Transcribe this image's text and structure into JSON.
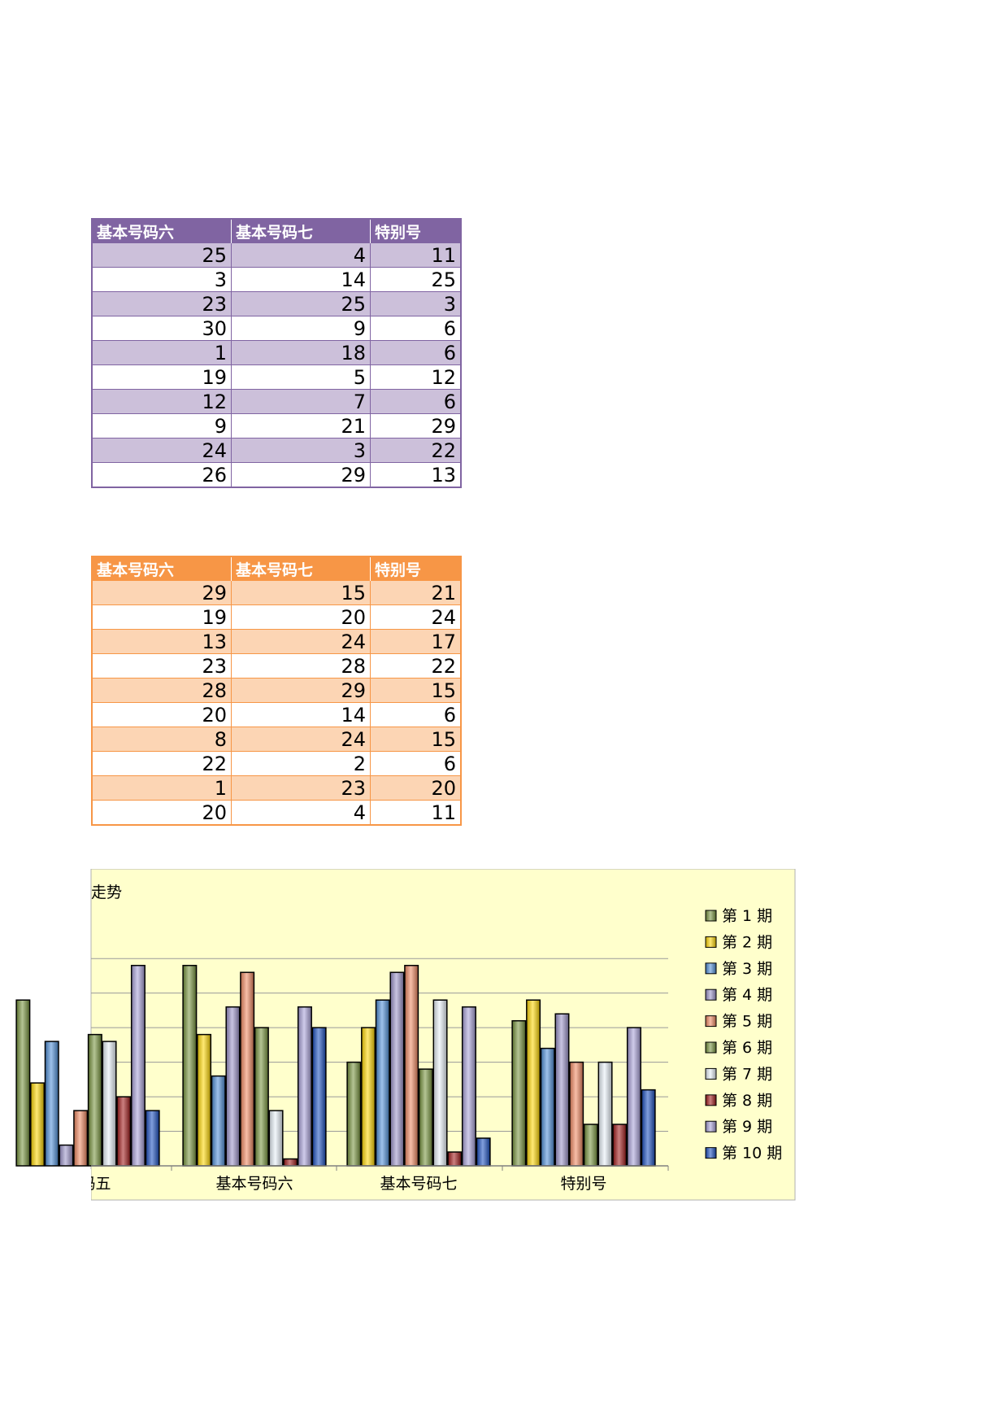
{
  "table1": {
    "headers": [
      "基本号码六",
      "基本号码七",
      "特别号"
    ],
    "rows": [
      [
        "25",
        "4",
        "11"
      ],
      [
        "3",
        "14",
        "25"
      ],
      [
        "23",
        "25",
        "3"
      ],
      [
        "30",
        "9",
        "6"
      ],
      [
        "1",
        "18",
        "6"
      ],
      [
        "19",
        "5",
        "12"
      ],
      [
        "12",
        "7",
        "6"
      ],
      [
        "9",
        "21",
        "29"
      ],
      [
        "24",
        "3",
        "22"
      ],
      [
        "26",
        "29",
        "13"
      ]
    ]
  },
  "table2": {
    "headers": [
      "基本号码六",
      "基本号码七",
      "特别号"
    ],
    "rows": [
      [
        "29",
        "15",
        "21"
      ],
      [
        "19",
        "20",
        "24"
      ],
      [
        "13",
        "24",
        "17"
      ],
      [
        "23",
        "28",
        "22"
      ],
      [
        "28",
        "29",
        "15"
      ],
      [
        "20",
        "14",
        "6"
      ],
      [
        "8",
        "24",
        "15"
      ],
      [
        "22",
        "2",
        "6"
      ],
      [
        "1",
        "23",
        "20"
      ],
      [
        "20",
        "4",
        "11"
      ]
    ]
  },
  "chart_data": {
    "type": "bar",
    "title": "走势",
    "categories": [
      "号码五",
      "基本号码六",
      "基本号码七",
      "特别号"
    ],
    "ylim": [
      0,
      35
    ],
    "grid": true,
    "legend_position": "right",
    "series": [
      {
        "name": "第 1 期",
        "color": "#77933c",
        "values": [
          24,
          29,
          15,
          21
        ]
      },
      {
        "name": "第 2 期",
        "color": "#ffd700",
        "values": [
          12,
          19,
          20,
          24
        ]
      },
      {
        "name": "第 3 期",
        "color": "#4f8fd8",
        "values": [
          18,
          13,
          24,
          17
        ]
      },
      {
        "name": "第 4 期",
        "color": "#9b93c9",
        "values": [
          3,
          23,
          28,
          22
        ]
      },
      {
        "name": "第 5 期",
        "color": "#f08860",
        "values": [
          8,
          28,
          29,
          15
        ]
      },
      {
        "name": "第 6 期",
        "color": "#77933c",
        "values": [
          19,
          20,
          14,
          6
        ]
      },
      {
        "name": "第 7 期",
        "color": "#e8f0f8",
        "values": [
          18,
          8,
          24,
          15
        ]
      },
      {
        "name": "第 8 期",
        "color": "#a01818",
        "values": [
          10,
          1,
          2,
          6
        ]
      },
      {
        "name": "第 9 期",
        "color": "#a8a0d8",
        "values": [
          29,
          23,
          23,
          20
        ]
      },
      {
        "name": "第 10 期",
        "color": "#1a4fc0",
        "values": [
          8,
          20,
          4,
          11
        ]
      }
    ]
  }
}
